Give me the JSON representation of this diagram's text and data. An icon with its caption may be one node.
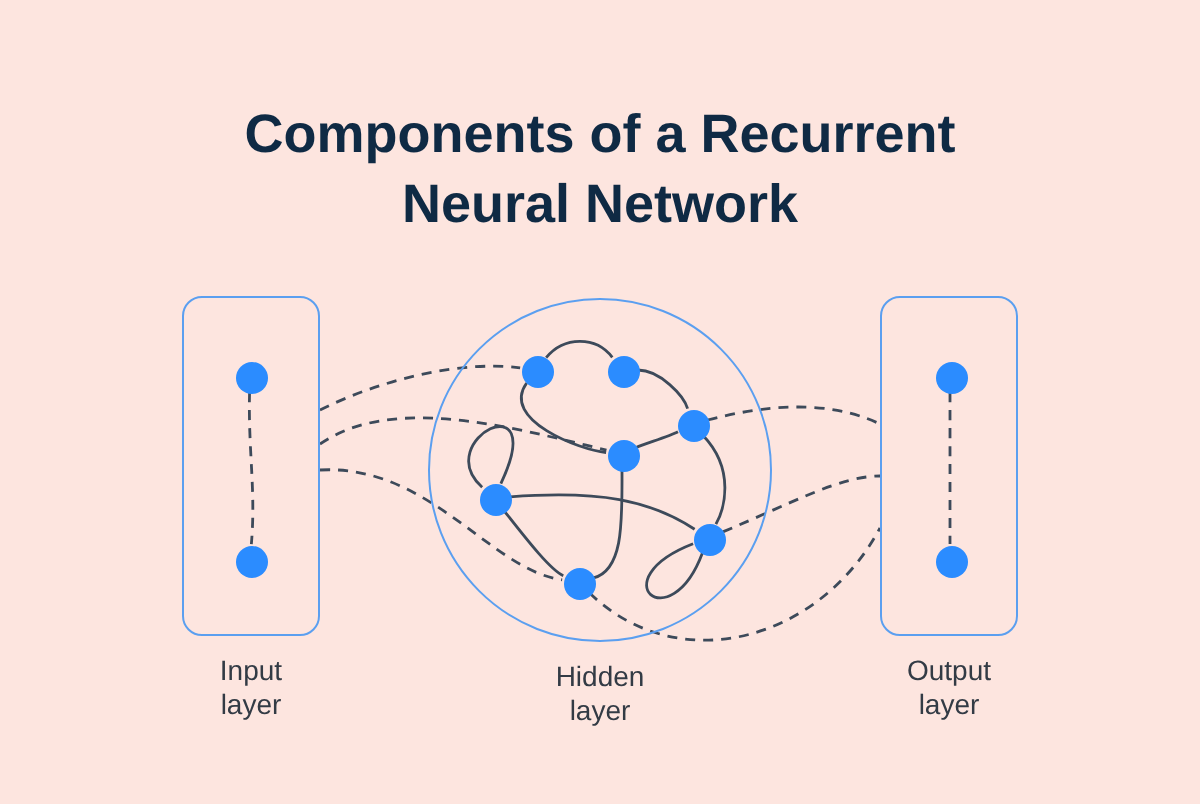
{
  "diagram": {
    "title": "Components of a Recurrent Neural Network",
    "nodes": [
      {
        "text": [
          "Input layer"
        ]
      },
      {
        "text": [],
        "shape": "circle",
        "in": 0
      },
      {
        "text": [],
        "shape": "circle",
        "in": 0
      },
      {
        "text": [
          "Hidden layer"
        ]
      },
      {
        "text": [],
        "shape": "circle",
        "in": 3
      },
      {
        "text": [],
        "shape": "circle",
        "in": 3
      },
      {
        "text": [],
        "shape": "circle",
        "in": 3
      },
      {
        "text": [],
        "shape": "circle",
        "in": 3
      },
      {
        "text": [],
        "shape": "circle",
        "in": 3
      },
      {
        "text": [],
        "shape": "circle",
        "in": 3
      },
      {
        "text": [],
        "shape": "circle",
        "in": 3
      },
      {
        "text": [
          "Output layer"
        ]
      },
      {
        "text": [],
        "shape": "circle",
        "in": 11
      },
      {
        "text": [],
        "shape": "circle",
        "in": 11
      }
    ],
    "edges": [
      {
        "from": 1,
        "to": 2,
        "arrow": "none",
        "style": "dashed"
      },
      {
        "from": 0,
        "to": 4,
        "arrow": "none",
        "style": "dashed"
      },
      {
        "from": 0,
        "to": 7,
        "arrow": "none",
        "style": "dashed"
      },
      {
        "from": 0,
        "to": 10,
        "arrow": "none",
        "style": "dashed"
      },
      {
        "from": 6,
        "to": 11,
        "arrow": "none",
        "style": "dashed"
      },
      {
        "from": 9,
        "to": 11,
        "arrow": "none",
        "style": "dashed"
      },
      {
        "from": 10,
        "to": 11,
        "arrow": "none",
        "style": "dashed"
      },
      {
        "from": 12,
        "to": 13,
        "arrow": "none",
        "style": "dashed"
      },
      {
        "from": 4,
        "to": 5,
        "arrow": "none"
      },
      {
        "from": 4,
        "to": 7,
        "arrow": "none"
      },
      {
        "from": 5,
        "to": 6,
        "arrow": "none"
      },
      {
        "from": 6,
        "to": 7,
        "arrow": "none"
      },
      {
        "from": 7,
        "to": 10,
        "arrow": "none"
      },
      {
        "from": 8,
        "to": 10,
        "arrow": "none"
      },
      {
        "from": 8,
        "to": 9,
        "arrow": "none"
      },
      {
        "from": 6,
        "to": 9,
        "arrow": "none"
      },
      {
        "from": 8,
        "to": 8,
        "arrow": "none"
      },
      {
        "from": 9,
        "to": 9,
        "arrow": "none"
      }
    ]
  }
}
